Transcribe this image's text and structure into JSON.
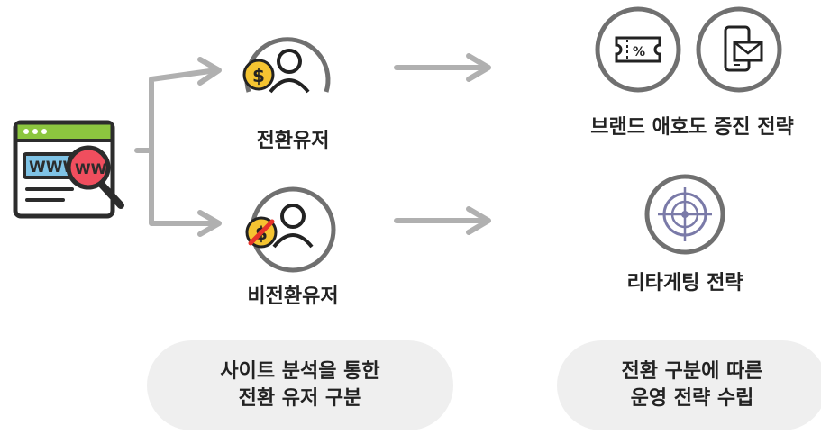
{
  "nodes": {
    "converted_user": "전환유저",
    "non_converted_user": "비전환유저",
    "brand_strategy": "브랜드 애호도 증진 전략",
    "retargeting_strategy": "리타게팅 전략"
  },
  "icons": {
    "website": "website-www-search-icon",
    "converted": "user-dollar-icon",
    "non_converted": "user-dollar-blocked-icon",
    "coupon": "coupon-percent-icon",
    "mobile_mail": "mobile-mail-icon",
    "target": "target-crosshair-icon"
  },
  "pills": {
    "left": {
      "line1": "사이트 분석을 통한",
      "line2": "전환 유저 구분"
    },
    "right": {
      "line1": "전환 구분에 따른",
      "line2": "운영 전략 수립"
    }
  },
  "colors": {
    "arrow": "#b0b0b0",
    "circle_stroke": "#707070",
    "coin": "#f5c431",
    "blocked": "#e6332a",
    "website_frame": "#2c2c2c",
    "website_bar": "#8cc63f",
    "magnifier": "#f04e5e",
    "pill_bg": "#efefef"
  }
}
